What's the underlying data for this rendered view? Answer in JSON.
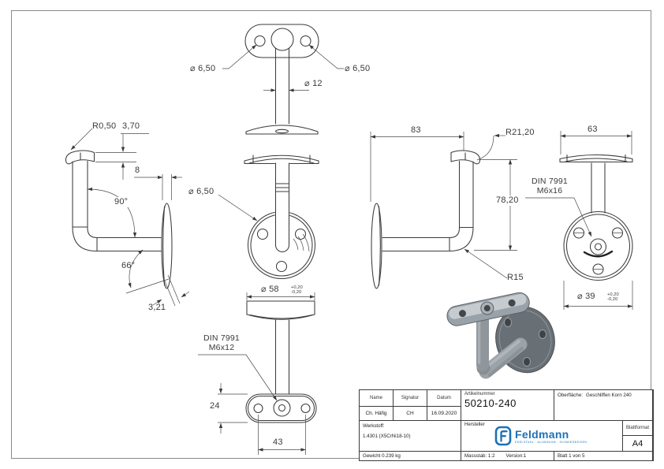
{
  "drawing": {
    "dims": {
      "top": {
        "hole_left": "⌀ 6,50",
        "hole_right": "⌀ 6,50",
        "stem_dia": "⌀ 12"
      },
      "left": {
        "r_top": "R0,50",
        "saddle_height": "3,70",
        "plate_standoff": "8",
        "angle_main": "90°",
        "angle_plate": "66°",
        "plate_thickness": "3,21"
      },
      "front": {
        "hole_dia": "⌀ 6,50",
        "plate_dia": "⌀ 58",
        "plate_tol_plus": "+0,20",
        "plate_tol_minus": "-0,20",
        "screw_norm": "DIN 7991",
        "screw_size": "M6x12",
        "saddle_depth": "24",
        "hole_pitch": "43"
      },
      "right": {
        "arm_length": "83",
        "saddle_radius": "R21,20",
        "overall_height": "78,20",
        "bend_radius": "R15",
        "saddle_width": "63",
        "screw_norm": "DIN 7991",
        "screw_size": "M6x16",
        "plate_dia": "⌀ 39",
        "plate_tol_plus": "+0,20",
        "plate_tol_minus": "-0,20"
      }
    }
  },
  "title_block": {
    "name_label": "Name",
    "signatur_label": "Signatur",
    "datum_label": "Datum",
    "artikelnummer_label": "Artikelnummer",
    "oberflaeche_label": "Oberfläche:",
    "oberflaeche_value": "Geschliffen Korn 240",
    "name_value": "Ch. Häfig",
    "signatur_value": "CH",
    "datum_value": "16.09.2020",
    "artikelnummer_value": "50210-240",
    "werkstoff_label": "Werkstoff:",
    "werkstoff_value": "1.4301 (X5CrNi18-10)",
    "hersteller_label": "Hersteller",
    "blattformat_label": "Blattformat",
    "blattformat_value": "A4",
    "gewicht_value": "Gewicht 0.239 kg",
    "massstab_value": "Massstab: 1:2",
    "version_value": "Version:1",
    "blatt_value": "Blatt 1 von 5",
    "logo": {
      "brand": "Feldmann",
      "tagline": "EDELSTAHL · ALUMINIUM · SCHMIEDEEISEN",
      "color": "#1d71b8"
    }
  }
}
